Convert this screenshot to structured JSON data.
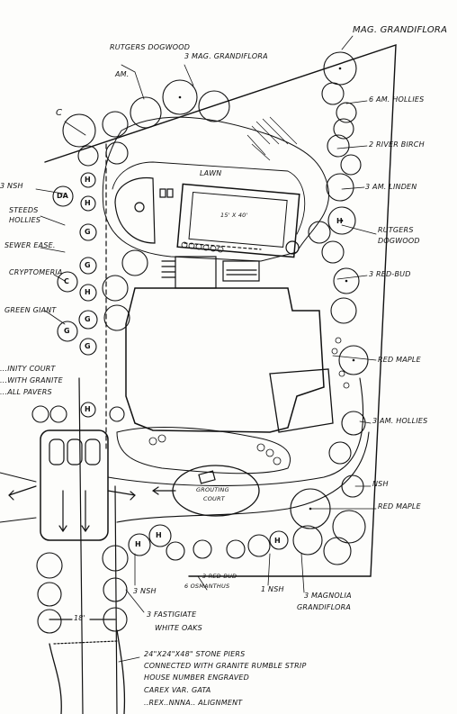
{
  "labels": {
    "mag_grandiflora_top": "MAG. GRANDIFLORA",
    "rutgers_dogwood_top": "RUTGERS DOGWOOD",
    "mag_grandiflora_3": "3 MAG. GRANDIFLORA",
    "am_top": "AM.",
    "c_top": "C",
    "am_hollies_6": "6 AM. HOLLIES",
    "river_birch_2": "2 RIVER BIRCH",
    "am_linden_3": "3 AM. LINDEN",
    "rutgers_dogwood_right": "RUTGERS DOGWOOD",
    "red_bud_3": "3 RED-BUD",
    "nsh_3_left": "3 NSH",
    "steeds_hollies": "STEEDS HOLLIES",
    "sewer_ease": "SEWER EASE.",
    "cryptomeria": "CRYPTOMERIA",
    "green_giant": "GREEN GIANT",
    "pool_size": "15' X 40'",
    "lawn": "LAWN",
    "red_maple_1": "RED MAPLE",
    "am_hollies_3": "3 AM. HOLLIES",
    "nsh_right": "NSH",
    "red_maple_2": "RED MAPLE",
    "granite_court_1": "...INITY COURT",
    "granite_court_2": "...WITH GRANITE",
    "granite_court_3": "...ALL PAVERS",
    "grouting_court_1": "GROUTING",
    "grouting_court_2": "COURT",
    "nsh_3_bottom": "3 NSH",
    "red_bud_bottom": "3 RED-BUD",
    "osmanthus": "6 OSMANTHUS",
    "nsh_1": "1 NSH",
    "magnolia_3": "3 MAGNOLIA",
    "grandiflora": "GRANDIFLORA",
    "dim_18": "18'",
    "fastigiate_1": "3 FASTIGIATE",
    "fastigiate_2": "WHITE OAKS",
    "piers_1": "24\"X24\"X48\" STONE PIERS",
    "piers_2": "CONNECTED WITH GRANITE RUMBLE STRIP",
    "piers_3": "HOUSE NUMBER ENGRAVED",
    "piers_4": "CAREX VAR. GATA",
    "piers_5": "..REX..NNNA.. ALIGNMENT"
  },
  "tree_tags": {
    "h": "H",
    "g": "G",
    "c": "C",
    "da": "DA"
  }
}
